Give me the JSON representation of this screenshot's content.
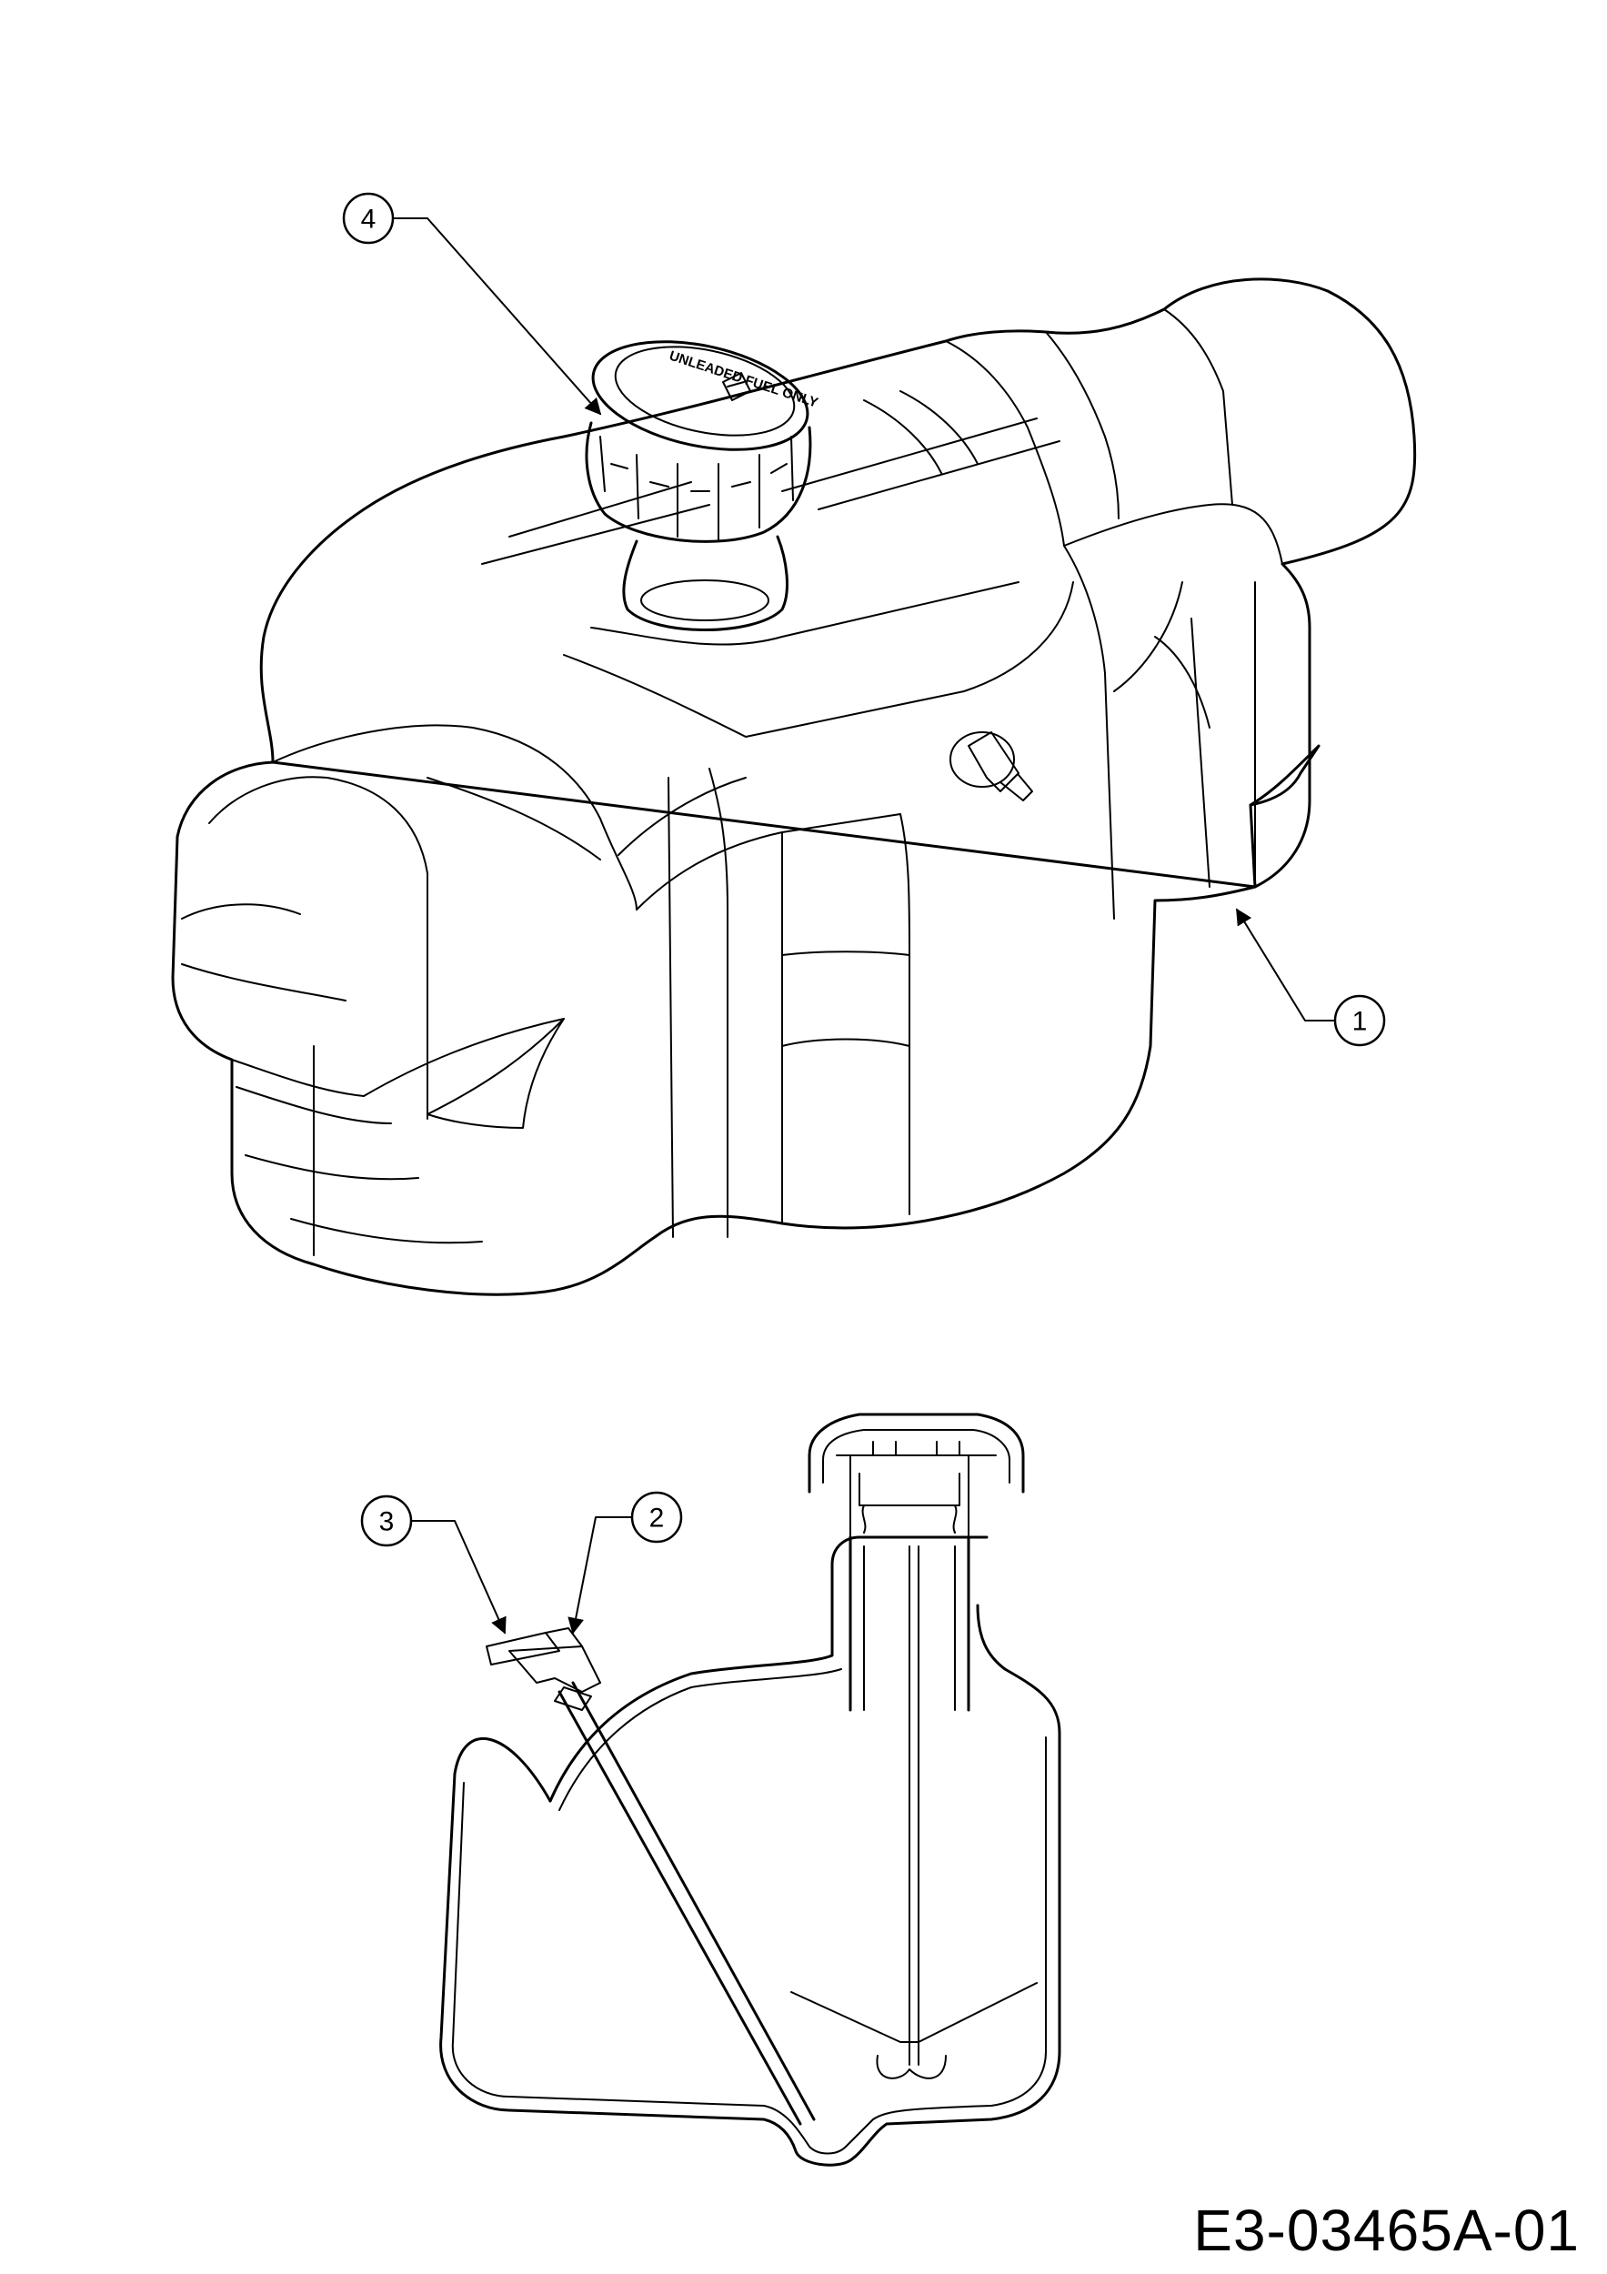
{
  "drawing_number": "E3-03465A-01",
  "cap_label": "UNLEADED FUEL ONLY",
  "callouts": [
    {
      "id": "callout-4",
      "number": "4"
    },
    {
      "id": "callout-1",
      "number": "1"
    },
    {
      "id": "callout-3",
      "number": "3"
    },
    {
      "id": "callout-2",
      "number": "2"
    }
  ],
  "colors": {
    "ink": "#000000",
    "paper": "#ffffff"
  }
}
